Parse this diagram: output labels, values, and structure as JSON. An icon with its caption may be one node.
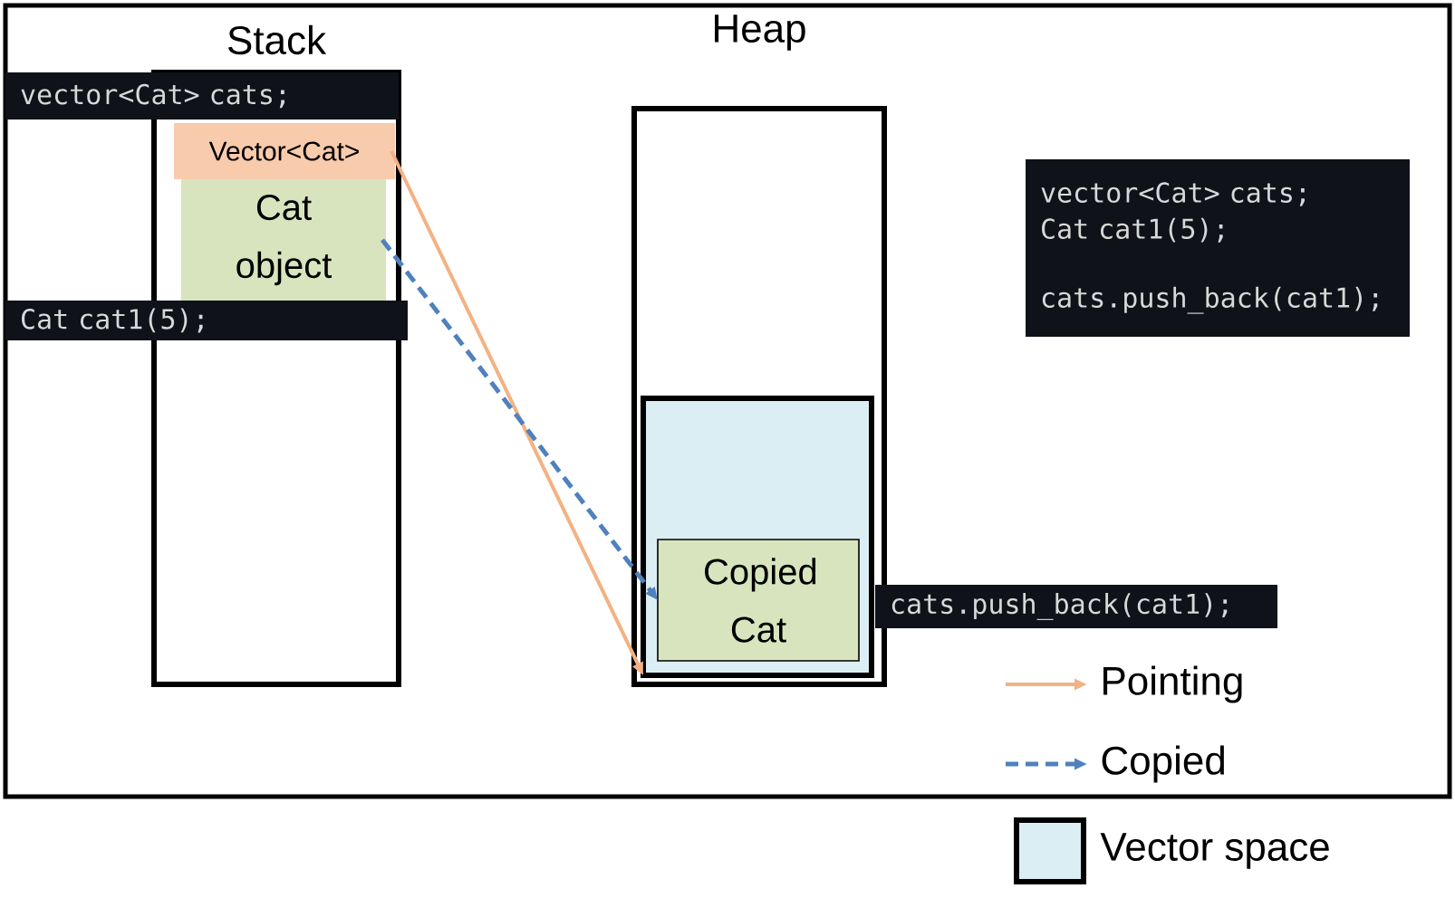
{
  "diagram": {
    "nodes": [
      {
        "text": [
          "Stack"
        ]
      },
      {
        "text": [
          "Vector<Cat>"
        ],
        "in": 0
      },
      {
        "text": [
          "Cat object"
        ],
        "in": 0
      },
      {
        "text": [
          "Heap"
        ]
      },
      {
        "text": [],
        "shape": "box",
        "in": 3
      },
      {
        "text": [
          "Copied Cat"
        ],
        "in": 4
      },
      {
        "text": [
          "vector<Cat> cats;"
        ]
      },
      {
        "text": [
          "Cat cat1(5);"
        ]
      },
      {
        "text": [
          "vector<Cat> cats;",
          "Cat cat1(5);",
          "cats.push_back(cat1);"
        ]
      },
      {
        "text": [
          "cats.push_back(cat1);"
        ]
      }
    ],
    "edges": [
      {
        "from": 1,
        "to": 4,
        "arrow": "to",
        "color": "#f4b183"
      },
      {
        "from": 2,
        "to": 5,
        "arrow": "to",
        "style": "dashed",
        "color": "#4f81bd"
      }
    ],
    "legend": [
      {
        "text": "Pointing"
      },
      {
        "text": "Copied"
      },
      {
        "text": "Vector space",
        "color": "#dbeef4"
      }
    ]
  }
}
